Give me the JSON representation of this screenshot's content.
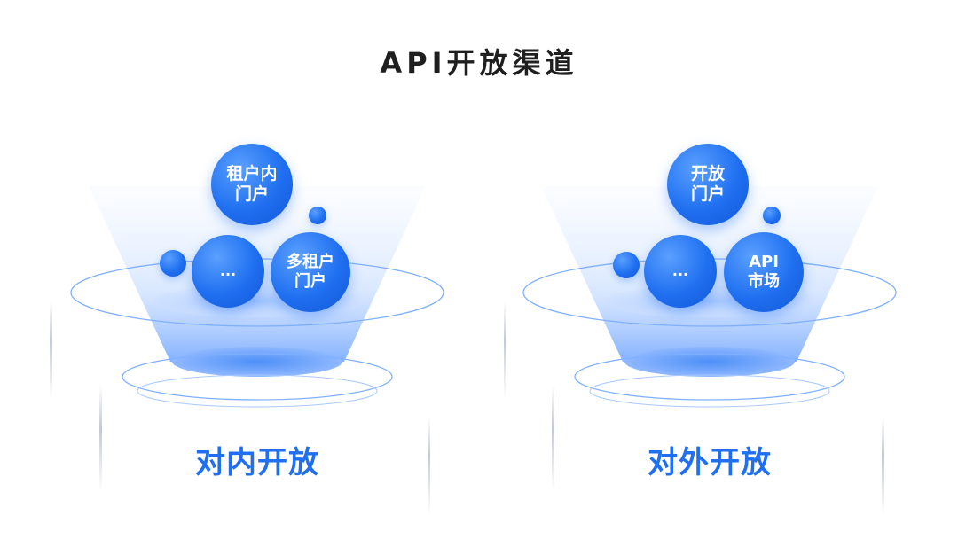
{
  "title": "API开放渠道",
  "colors": {
    "accent": "#1f6ff0",
    "title": "#1f1f1f"
  },
  "panels": [
    {
      "label": "对内开放",
      "bubbles": {
        "top": "租户内\n门户",
        "left": "...",
        "right": "多租户\n门户"
      }
    },
    {
      "label": "对外开放",
      "bubbles": {
        "top": "开放\n门户",
        "left": "...",
        "right": "API\n市场"
      }
    }
  ]
}
